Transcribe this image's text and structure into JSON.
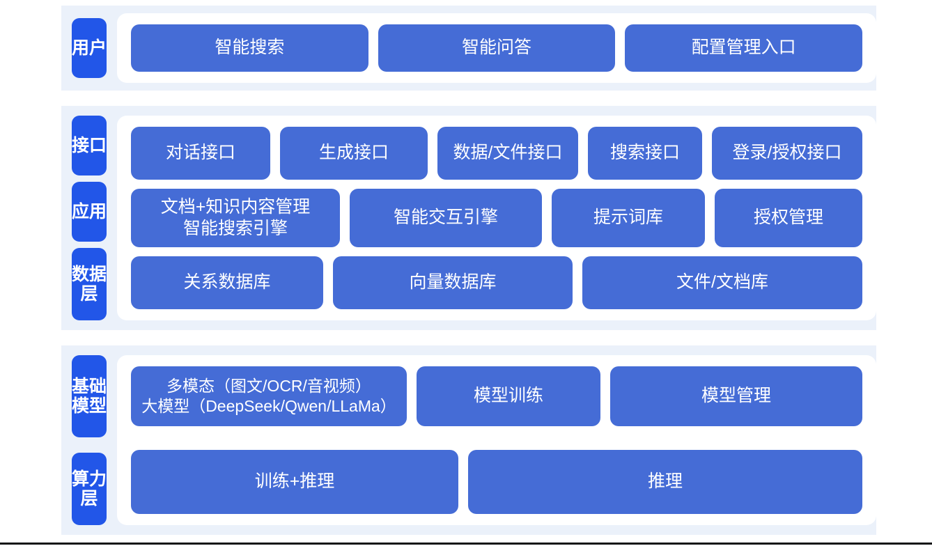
{
  "theme": {
    "tab_color": "#2256E8",
    "box_color": "#456CD6",
    "band_color": "#EBF1FA",
    "panel_color": "#FFFFFF",
    "text_color": "#FFFFFF"
  },
  "sections": [
    {
      "id": "user",
      "tabs": [
        {
          "label": "用户"
        }
      ],
      "rows": [
        {
          "id": "user-entry-row",
          "boxes": [
            {
              "label": "智能搜索"
            },
            {
              "label": "智能问答"
            },
            {
              "label": "配置管理入口"
            }
          ]
        }
      ]
    },
    {
      "id": "middle",
      "tabs": [
        {
          "label": "接口"
        },
        {
          "label": "应用"
        },
        {
          "label": "数据层"
        }
      ],
      "rows": [
        {
          "id": "api-row",
          "boxes": [
            {
              "label": "对话接口"
            },
            {
              "label": "生成接口"
            },
            {
              "label": "数据/文件接口"
            },
            {
              "label": "搜索接口"
            },
            {
              "label": "登录/授权接口"
            }
          ]
        },
        {
          "id": "app-row",
          "boxes": [
            {
              "label": "文档+知识内容管理\n智能搜索引擎"
            },
            {
              "label": "智能交互引擎"
            },
            {
              "label": "提示词库"
            },
            {
              "label": "授权管理"
            }
          ]
        },
        {
          "id": "data-row",
          "boxes": [
            {
              "label": "关系数据库"
            },
            {
              "label": "向量数据库"
            },
            {
              "label": "文件/文档库"
            }
          ]
        }
      ]
    },
    {
      "id": "bottom",
      "tabs": [
        {
          "label": "基础模型"
        },
        {
          "label": "算力层"
        }
      ],
      "rows": [
        {
          "id": "model-row",
          "boxes": [
            {
              "label": "多模态（图文/OCR/音视频）\n大模型（DeepSeek/Qwen/LLaMa）"
            },
            {
              "label": "模型训练"
            },
            {
              "label": "模型管理"
            }
          ]
        },
        {
          "id": "power-row",
          "boxes": [
            {
              "label": "训练+推理"
            },
            {
              "label": "推理"
            }
          ]
        }
      ]
    }
  ]
}
